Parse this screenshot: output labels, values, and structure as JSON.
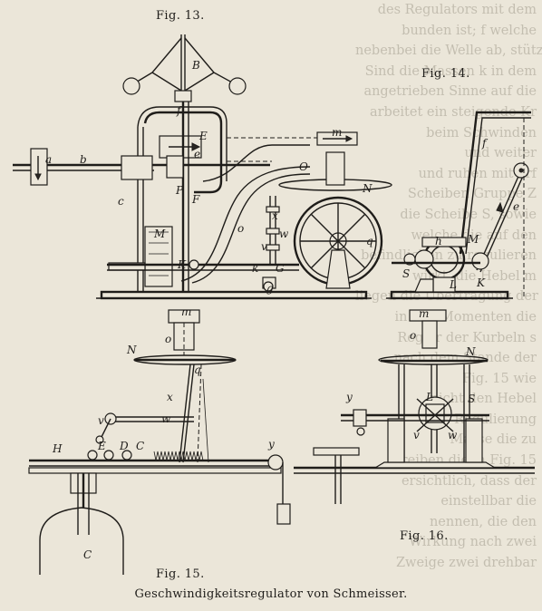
{
  "figures": [
    {
      "label": "Fig. 13."
    },
    {
      "label": "Fig. 14."
    },
    {
      "label": "Fig. 15."
    },
    {
      "label": "Fig. 16."
    }
  ],
  "caption": "Geschwindigkeitsregulator von Schmeisser.",
  "background_text": [
    "des Regulators mit dem",
    "bunden ist; f welche",
    "nebenbei die Welle ab, stützt",
    "Sind die Massen k in dem",
    "angetrieben Sinne auf die",
    "arbeitet ein steigende Kr",
    "beim Schwinden",
    "und weiter",
    "und ruhen mit erf",
    "Scheiben Gruppe Z",
    "die Scheibe S, sowie",
    "welche die auf den",
    "befindlichen zu regulieren",
    "wirkt, die Hebel m",
    "liegen die Übertragung der",
    "in den Momenten die",
    "Regler der Kurbeln s",
    "nach dem Stande der",
    "Fig. 15 wie",
    "nicht den Hebel",
    "Regulierung",
    "Masse die zu",
    "treiben die in Fig. 15",
    "ersichtlich, dass der",
    "einstellbar die",
    "nennen, die den",
    "Wirkung nach zwei",
    "Zweige zwei drehbar"
  ],
  "drawing_letters": {
    "fig13": [
      "B",
      "f",
      "E",
      "e",
      "b",
      "a",
      "m",
      "O",
      "N",
      "c",
      "F",
      "P",
      "M",
      "x",
      "w",
      "v",
      "k",
      "g",
      "q",
      "o",
      "K",
      "G"
    ],
    "fig14": [
      "f",
      "e",
      "h",
      "M",
      "S",
      "L",
      "K"
    ],
    "fig15": [
      "m",
      "o",
      "N",
      "q",
      "x",
      "w",
      "v",
      "H",
      "E",
      "D",
      "C",
      "y",
      "C"
    ],
    "fig16": [
      "m",
      "o",
      "N",
      "y",
      "L",
      "S",
      "v",
      "w"
    ]
  }
}
